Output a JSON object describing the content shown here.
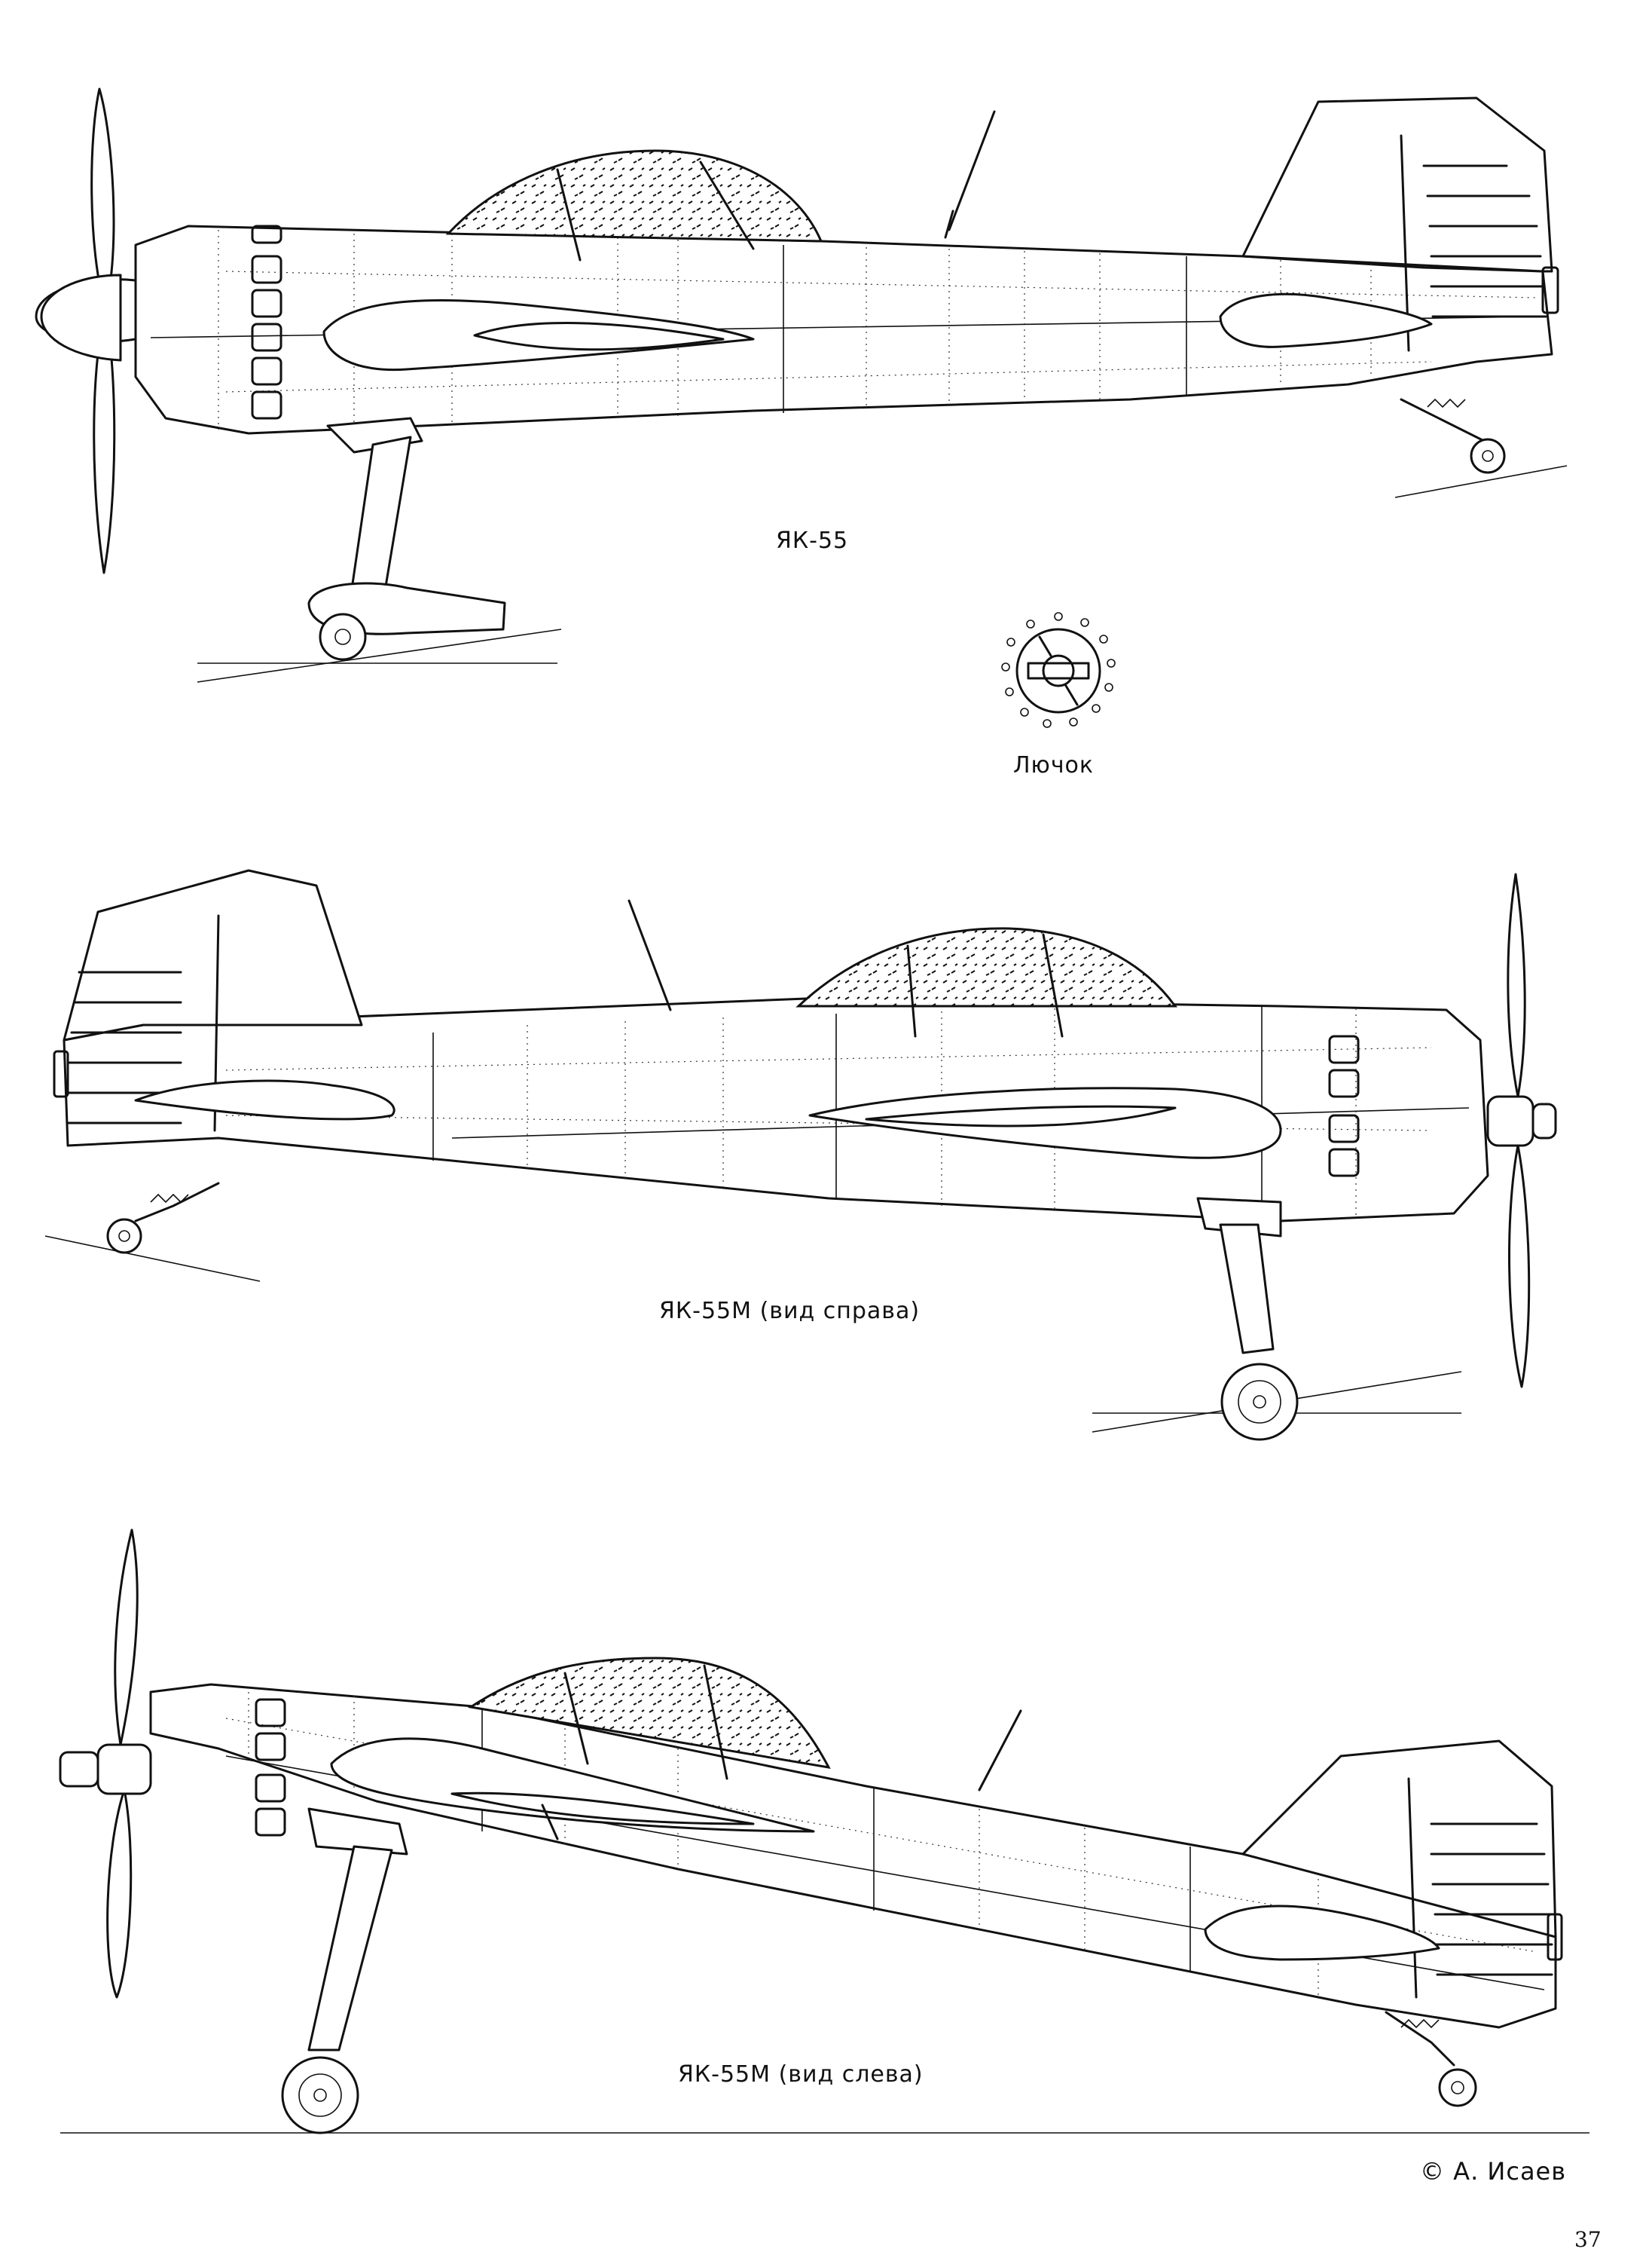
{
  "captions": {
    "yak55": "ЯК-55",
    "hatch": "Лючок",
    "yak55m_right": "ЯК-55М (вид справа)",
    "yak55m_left": "ЯК-55М (вид слева)"
  },
  "copyright": "© А. Исаев",
  "page_number": "37"
}
